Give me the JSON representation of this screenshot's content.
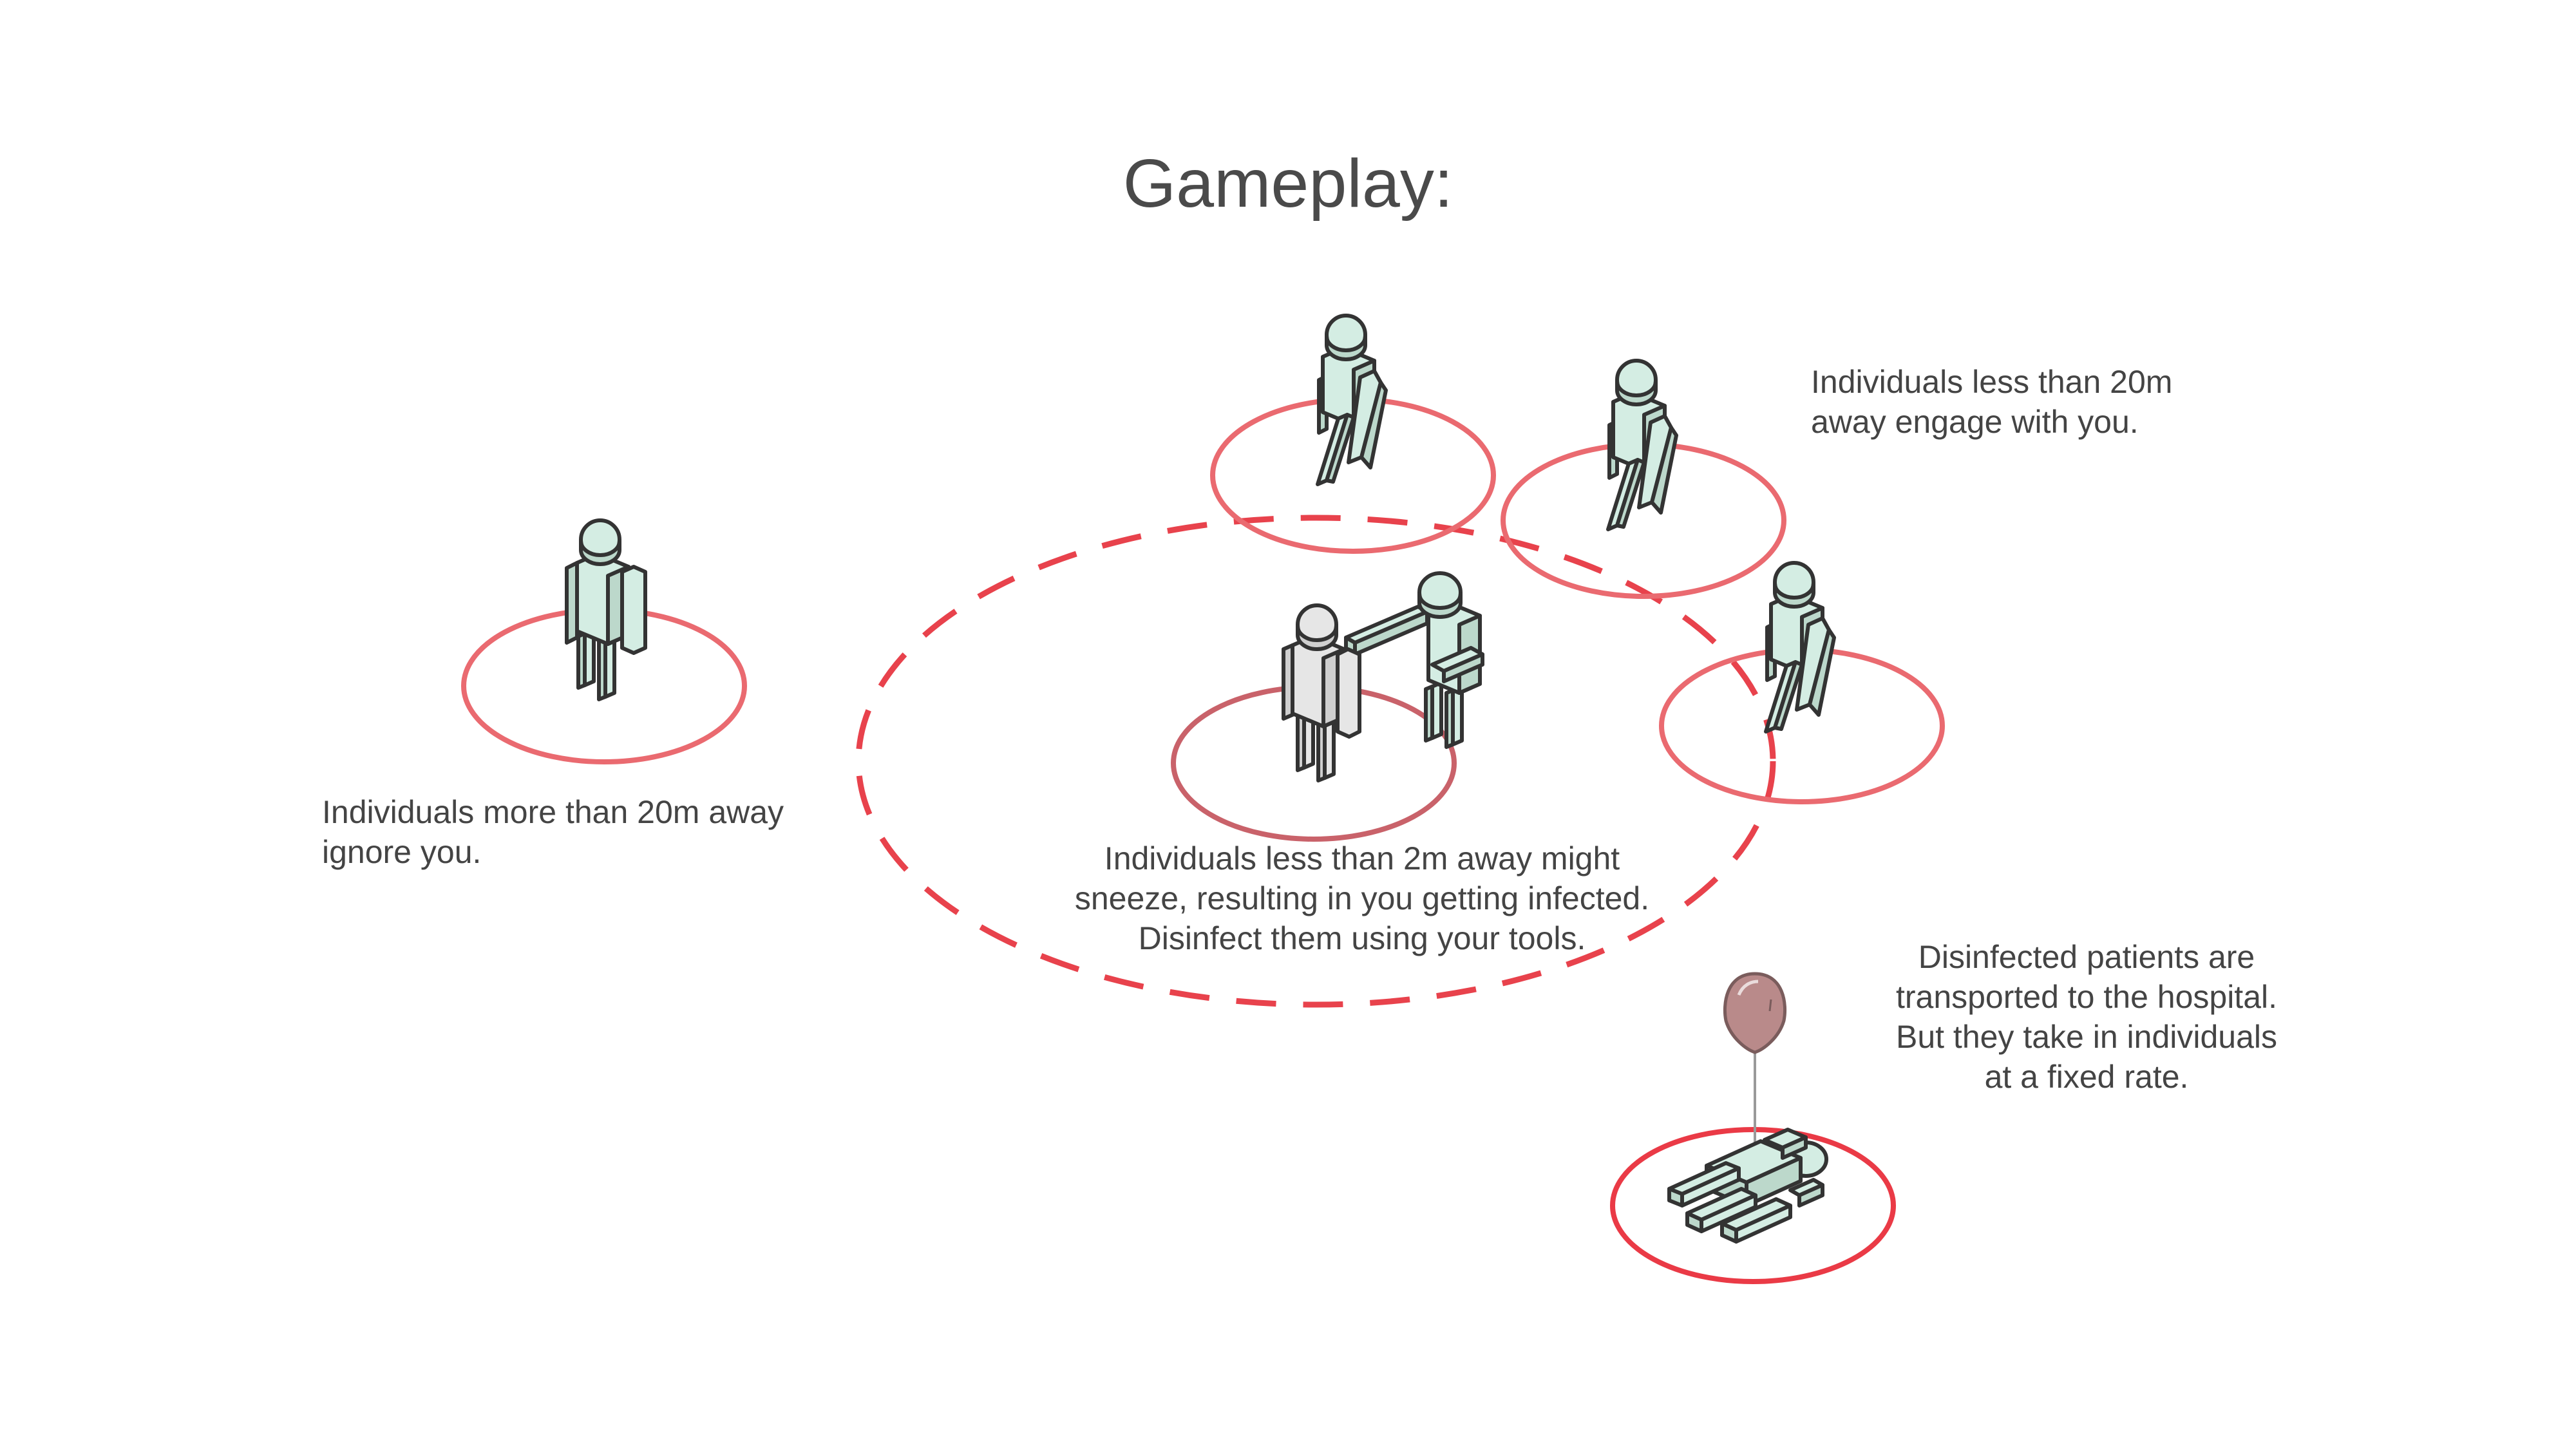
{
  "title": "Gameplay:",
  "captions": {
    "far": "Individuals more than 20m away\nignore you.",
    "near": "Individuals less than 20m\naway engage with you.",
    "close": "Individuals less than 2m away might\nsneeze, resulting in you getting infected.\nDisinfect them using your tools.",
    "hospital": "Disinfected patients are\ntransported to the hospital.\nBut they take in individuals\nat a fixed rate."
  },
  "colors": {
    "ring": "#ea6a70",
    "dashed_ring": "#e8424c",
    "figure": "#d4ede3",
    "player": "#e6e6e6",
    "balloon": "#b98a8a"
  },
  "figures": [
    {
      "name": "standing-individual-far",
      "pose": "standing"
    },
    {
      "name": "walking-individual-top",
      "pose": "walking"
    },
    {
      "name": "walking-individual-right",
      "pose": "walking"
    },
    {
      "name": "walking-individual-lower-right",
      "pose": "walking"
    },
    {
      "name": "player-figure",
      "pose": "standing"
    },
    {
      "name": "sneezing-individual",
      "pose": "reaching"
    },
    {
      "name": "lying-patient",
      "pose": "lying"
    }
  ]
}
